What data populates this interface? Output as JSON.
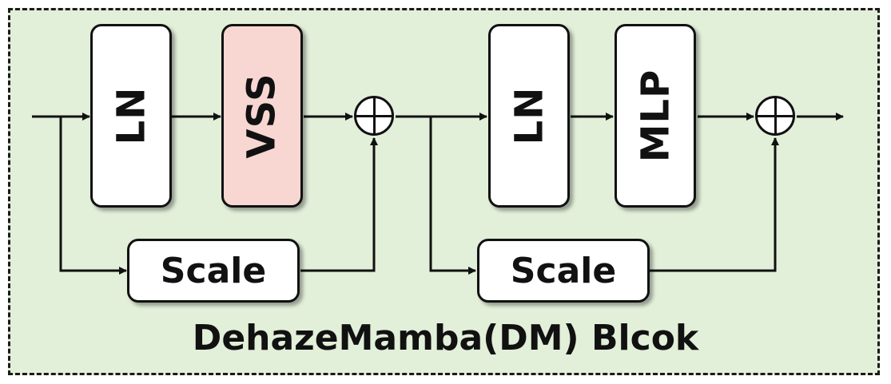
{
  "diagram": {
    "title": "DehazeMamba(DM) Blcok",
    "blocks": {
      "ln_1": "LN",
      "vss": "VSS",
      "scale_1": "Scale",
      "ln_2": "LN",
      "mlp": "MLP",
      "scale_2": "Scale"
    },
    "colors": {
      "background": "#e2efd9",
      "vss_fill": "#f8d7d2",
      "block_fill": "#ffffff",
      "stroke": "#111111"
    },
    "icons": [
      "add-circle-icon",
      "arrow-icon"
    ]
  }
}
